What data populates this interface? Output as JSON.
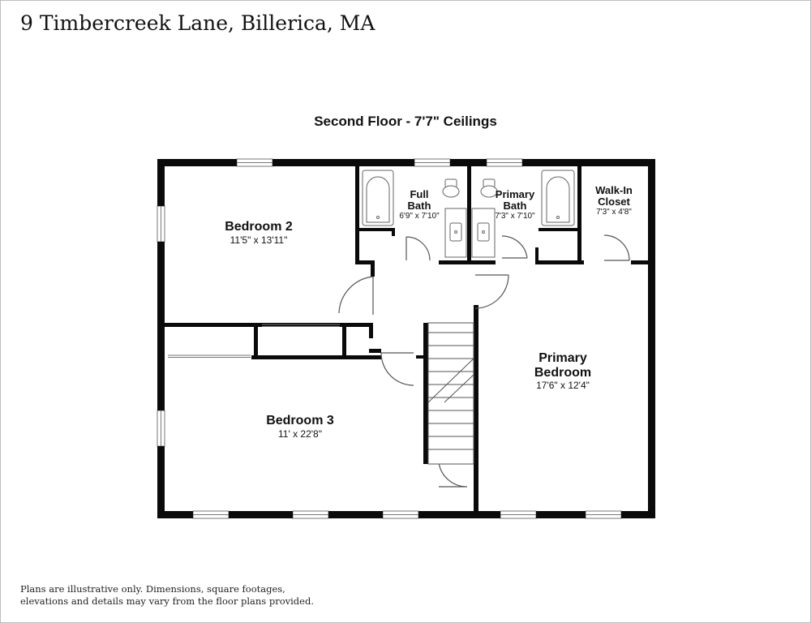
{
  "header": {
    "address": "9 Timbercreek Lane, Billerica, MA",
    "subtitle": "Second Floor - 7'7\" Ceilings"
  },
  "rooms": {
    "bedroom2": {
      "name": "Bedroom 2",
      "dims": "11'5\" x 13'11\""
    },
    "full_bath": {
      "name_line1": "Full",
      "name_line2": "Bath",
      "dims": "6'9\" x 7'10\""
    },
    "primary_bath": {
      "name_line1": "Primary",
      "name_line2": "Bath",
      "dims": "7'3\" x 7'10\""
    },
    "walkin_closet": {
      "name_line1": "Walk-In",
      "name_line2": "Closet",
      "dims": "7'3\" x 4'8\""
    },
    "primary_bedroom": {
      "name_line1": "Primary",
      "name_line2": "Bedroom",
      "dims": "17'6\" x 12'4\""
    },
    "bedroom3": {
      "name": "Bedroom 3",
      "dims": "11' x 22'8\""
    }
  },
  "footer": {
    "line1": "Plans are illustrative only. Dimensions, square footages,",
    "line2": "elevations and details may vary from the floor plans provided."
  }
}
